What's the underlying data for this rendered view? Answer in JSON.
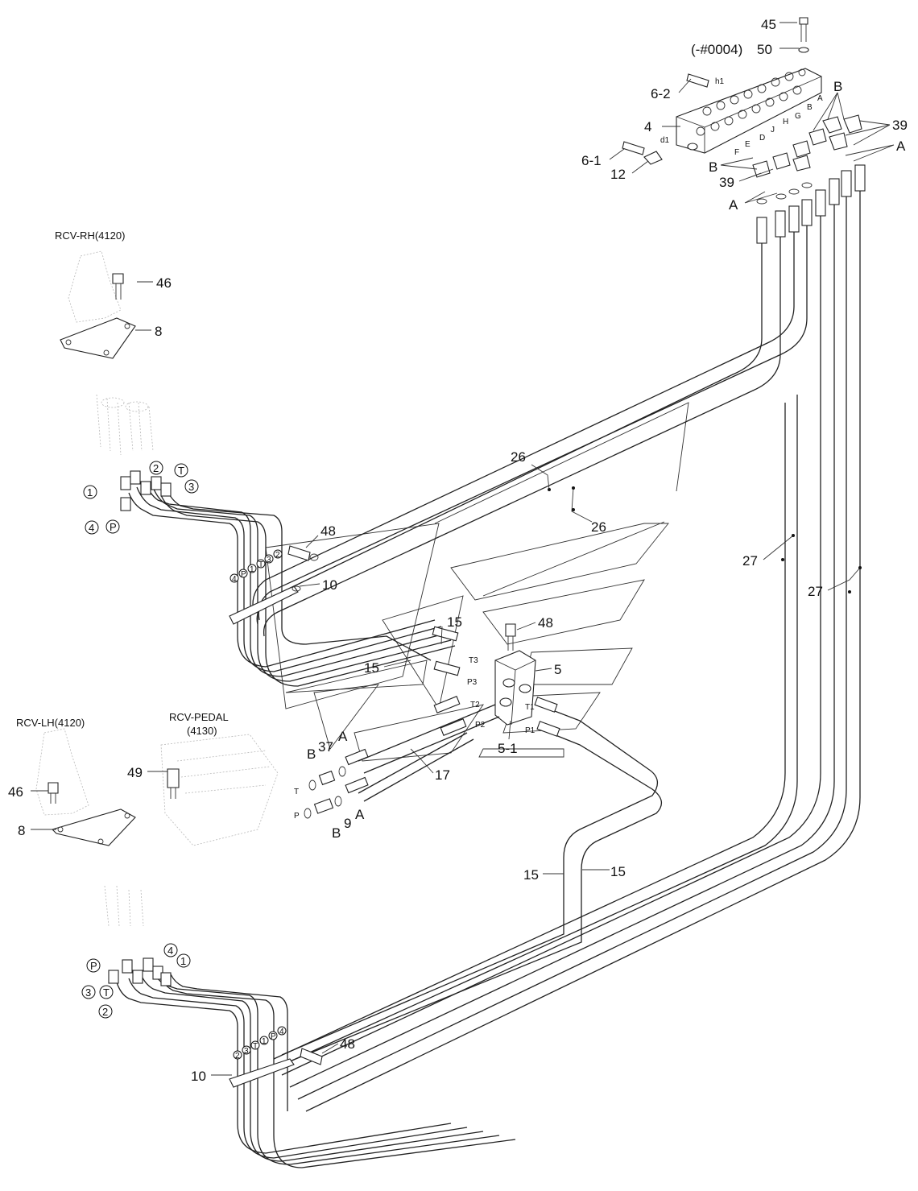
{
  "labels": {
    "n45": "45",
    "n50": "50",
    "serial": "(-#0004)",
    "n6_2": "6-2",
    "h1": "h1",
    "n4": "4",
    "d1": "d1",
    "n6_1": "6-1",
    "n12": "12",
    "B": "B",
    "A": "A",
    "n39": "39",
    "pA": "A",
    "pB": "B",
    "pD": "D",
    "pE": "E",
    "pF": "F",
    "pG": "G",
    "pH": "H",
    "pJ": "J",
    "rcv_rh": "RCV-RH(4120)",
    "n46": "46",
    "n8": "8",
    "c1": "1",
    "c2": "2",
    "c3": "3",
    "c4": "4",
    "cT": "T",
    "cP": "P",
    "n26": "26",
    "n27": "27",
    "n48": "48",
    "n10": "10",
    "n15": "15",
    "n5": "5",
    "n5_1": "5-1",
    "T1": "T1",
    "T2": "T2",
    "T3": "T3",
    "P1": "P1",
    "P2": "P2",
    "P3": "P3",
    "rcv_lh": "RCV-LH(4120)",
    "rcv_pedal": "RCV-PEDAL",
    "rcv_pedal_code": "(4130)",
    "n49": "49",
    "n37": "37",
    "n9": "9",
    "n17": "17",
    "T": "T",
    "P": "P",
    "tag4": "4",
    "tagP": "P",
    "tag1": "1",
    "tagT": "T",
    "tag3": "3",
    "tag2": "2"
  }
}
